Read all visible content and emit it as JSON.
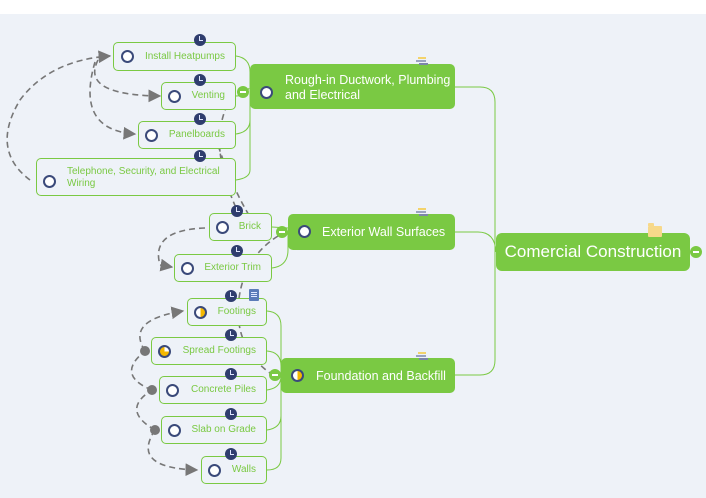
{
  "diagram": {
    "type": "mind-map",
    "colors": {
      "topic_fill": "#7ac943",
      "topic_text": "#ffffff",
      "subtopic_border": "#7ac943",
      "subtopic_text": "#7ac943",
      "canvas_bg": "#eef2f8",
      "task_icon": "#3b4a7a",
      "progress_fill": "#f5b800",
      "dependency_line": "#777777"
    },
    "root": {
      "label": "Comercial Construction",
      "icons": [
        "folder-icon",
        "collapse-icon"
      ]
    },
    "topics": [
      {
        "label": "Rough-in Ductwork, Plumbing\nand Electrical",
        "progress": "0%",
        "icons": [
          "note-icon",
          "collapse-icon"
        ],
        "children": [
          {
            "label": "Install Heatpumps",
            "progress": "0%",
            "icons": [
              "clock-icon"
            ]
          },
          {
            "label": "Venting",
            "progress": "0%",
            "icons": [
              "clock-icon"
            ]
          },
          {
            "label": "Panelboards",
            "progress": "0%",
            "icons": [
              "clock-icon"
            ]
          },
          {
            "label": "Telephone, Security, and Electrical\nWiring",
            "progress": "0%",
            "icons": [
              "clock-icon"
            ]
          }
        ]
      },
      {
        "label": "Exterior Wall Surfaces",
        "progress": "0%",
        "icons": [
          "note-icon",
          "collapse-icon"
        ],
        "children": [
          {
            "label": "Brick",
            "progress": "0%",
            "icons": [
              "clock-icon"
            ]
          },
          {
            "label": "Exterior Trim",
            "progress": "0%",
            "icons": [
              "clock-icon"
            ]
          }
        ]
      },
      {
        "label": "Foundation and Backfill",
        "progress": "50%",
        "icons": [
          "note-icon",
          "collapse-icon"
        ],
        "children": [
          {
            "label": "Footings",
            "progress": "50%",
            "icons": [
              "clock-icon",
              "document-icon"
            ]
          },
          {
            "label": "Spread Footings",
            "progress": "75%",
            "icons": [
              "clock-icon"
            ]
          },
          {
            "label": "Concrete Piles",
            "progress": "0%",
            "icons": [
              "clock-icon"
            ]
          },
          {
            "label": "Slab on Grade",
            "progress": "0%",
            "icons": [
              "clock-icon"
            ]
          },
          {
            "label": "Walls",
            "progress": "0%",
            "icons": [
              "clock-icon"
            ]
          }
        ]
      }
    ],
    "dependencies": [
      {
        "from": "Telephone, Security, and Electrical Wiring",
        "to": "Install Heatpumps"
      },
      {
        "from": "Install Heatpumps",
        "to": "Venting"
      },
      {
        "from": "Install Heatpumps",
        "to": "Panelboards"
      },
      {
        "from": "Install Heatpumps",
        "to": "Telephone, Security, and Electrical Wiring"
      },
      {
        "from": "Rough-in Ductwork, Plumbing and Electrical",
        "to": "Brick"
      },
      {
        "from": "Brick",
        "to": "Exterior Trim"
      },
      {
        "from": "Exterior Wall Surfaces",
        "to": "Foundation and Backfill"
      },
      {
        "from": "Spread Footings",
        "to": "Footings"
      },
      {
        "from": "Concrete Piles",
        "to": "Spread Footings"
      },
      {
        "from": "Slab on Grade",
        "to": "Concrete Piles"
      },
      {
        "from": "Slab on Grade",
        "to": "Walls"
      }
    ]
  }
}
